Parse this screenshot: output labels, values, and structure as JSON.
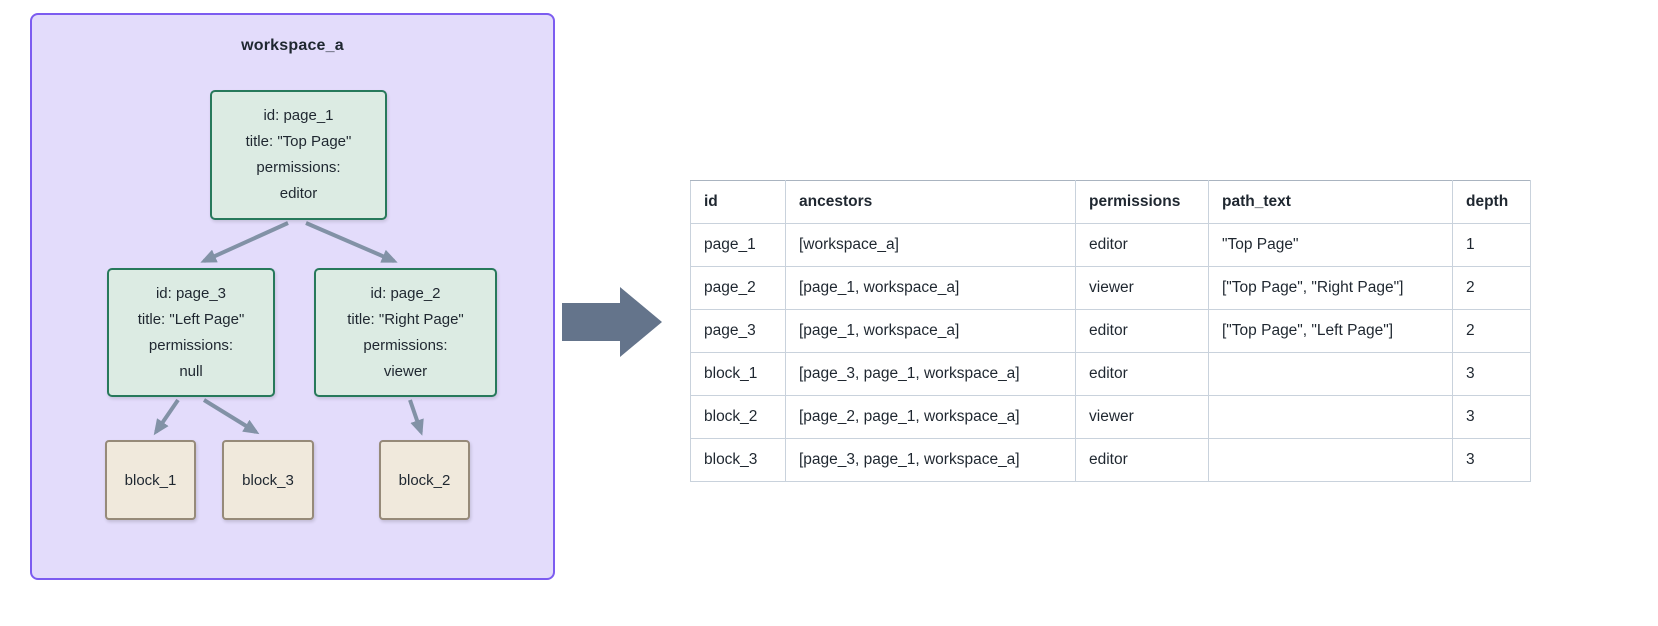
{
  "workspace": {
    "title": "workspace_a",
    "nodes": {
      "page_1": {
        "lines": [
          "id: page_1",
          "title: \"Top Page\"",
          "permissions:",
          "editor"
        ]
      },
      "page_3": {
        "lines": [
          "id: page_3",
          "title: \"Left Page\"",
          "permissions:",
          "null"
        ]
      },
      "page_2": {
        "lines": [
          "id: page_2",
          "title: \"Right Page\"",
          "permissions:",
          "viewer"
        ]
      }
    },
    "blocks": {
      "block_1": "block_1",
      "block_3": "block_3",
      "block_2": "block_2"
    }
  },
  "table": {
    "headers": {
      "id": "id",
      "ancestors": "ancestors",
      "permissions": "permissions",
      "path_text": "path_text",
      "depth": "depth"
    },
    "rows": [
      {
        "id": "page_1",
        "ancestors": "[workspace_a]",
        "permissions": "editor",
        "path_text": "\"Top Page\"",
        "depth": "1"
      },
      {
        "id": "page_2",
        "ancestors": "[page_1, workspace_a]",
        "permissions": "viewer",
        "path_text": "[\"Top Page\", \"Right Page\"]",
        "depth": "2"
      },
      {
        "id": "page_3",
        "ancestors": "[page_1, workspace_a]",
        "permissions": "editor",
        "path_text": "[\"Top Page\", \"Left Page\"]",
        "depth": "2"
      },
      {
        "id": "block_1",
        "ancestors": "[page_3, page_1, workspace_a]",
        "permissions": "editor",
        "path_text": "",
        "depth": "3"
      },
      {
        "id": "block_2",
        "ancestors": "[page_2, page_1, workspace_a]",
        "permissions": "viewer",
        "path_text": "",
        "depth": "3"
      },
      {
        "id": "block_3",
        "ancestors": "[page_3, page_1, workspace_a]",
        "permissions": "editor",
        "path_text": "",
        "depth": "3"
      }
    ]
  },
  "colors": {
    "workspace_fill": "#e3dcfb",
    "workspace_border": "#7c5cf0",
    "page_node_fill": "#dcebe3",
    "page_node_border": "#27795b",
    "block_fill": "#f0e9dc",
    "block_border": "#968a79",
    "tree_arrow": "#8292a6",
    "transform_arrow": "#64748b",
    "table_border": "#c9d2dc",
    "text": "#1f2730"
  }
}
